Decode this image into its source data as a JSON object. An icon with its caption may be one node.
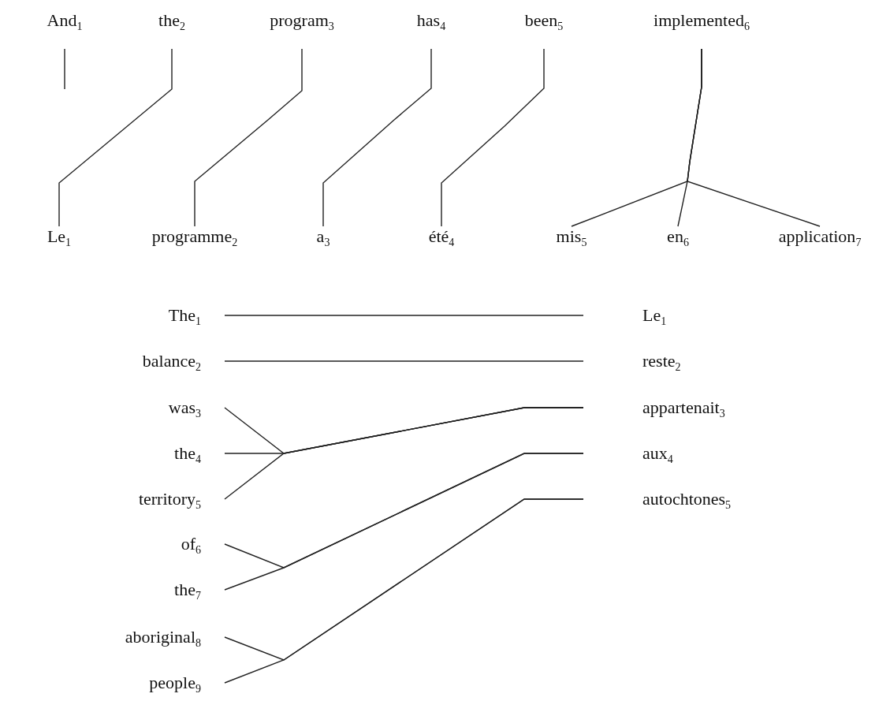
{
  "diagram": {
    "nodes": [
      {
        "text": [
          "And$_{1}$"
        ]
      },
      {
        "text": [
          "the$_{2}$"
        ]
      },
      {
        "text": [
          "program$_{3}$"
        ]
      },
      {
        "text": [
          "has$_{4}$"
        ]
      },
      {
        "text": [
          "been$_{5}$"
        ]
      },
      {
        "text": [
          "implemented$_{6}$"
        ]
      },
      {
        "text": [
          "Le$_{1}$"
        ]
      },
      {
        "text": [
          "programme$_{2}$"
        ]
      },
      {
        "text": [
          "a$_{3}$"
        ]
      },
      {
        "text": [
          "été$_{4}$"
        ]
      },
      {
        "text": [
          "mis$_{5}$"
        ]
      },
      {
        "text": [
          "en$_{6}$"
        ]
      },
      {
        "text": [
          "application$_{7}$"
        ]
      },
      {
        "text": [
          "The$_{1}$"
        ]
      },
      {
        "text": [
          "balance$_{2}$"
        ]
      },
      {
        "text": [
          "was$_{3}$"
        ]
      },
      {
        "text": [
          "the$_{4}$"
        ]
      },
      {
        "text": [
          "territory$_{5}$"
        ]
      },
      {
        "text": [
          "of$_{6}$"
        ]
      },
      {
        "text": [
          "the$_{7}$"
        ]
      },
      {
        "text": [
          "aboriginal$_{8}$"
        ]
      },
      {
        "text": [
          "people$_{9}$"
        ]
      },
      {
        "text": [
          "Le$_{1}$"
        ]
      },
      {
        "text": [
          "reste$_{2}$"
        ]
      },
      {
        "text": [
          "appartenait$_{3}$"
        ]
      },
      {
        "text": [
          "aux$_{4}$"
        ]
      },
      {
        "text": [
          "autochtones$_{5}$"
        ]
      }
    ],
    "edges": [
      {
        "from": 0,
        "to": null,
        "arrow": "none"
      },
      {
        "from": 1,
        "to": 6,
        "arrow": "none"
      },
      {
        "from": 2,
        "to": 7,
        "arrow": "none"
      },
      {
        "from": 3,
        "to": 8,
        "arrow": "none"
      },
      {
        "from": 4,
        "to": 9,
        "arrow": "none"
      },
      {
        "from": 5,
        "to": 10,
        "arrow": "none"
      },
      {
        "from": 5,
        "to": 11,
        "arrow": "none"
      },
      {
        "from": 5,
        "to": 12,
        "arrow": "none"
      },
      {
        "from": 13,
        "to": 22,
        "arrow": "none"
      },
      {
        "from": 14,
        "to": 23,
        "arrow": "none"
      },
      {
        "from": 15,
        "to": 24,
        "arrow": "none"
      },
      {
        "from": 16,
        "to": 24,
        "arrow": "none"
      },
      {
        "from": 17,
        "to": 24,
        "arrow": "none"
      },
      {
        "from": 18,
        "to": 25,
        "arrow": "none"
      },
      {
        "from": 19,
        "to": 25,
        "arrow": "none"
      },
      {
        "from": 20,
        "to": 26,
        "arrow": "none"
      },
      {
        "from": 21,
        "to": 26,
        "arrow": "none"
      }
    ]
  }
}
